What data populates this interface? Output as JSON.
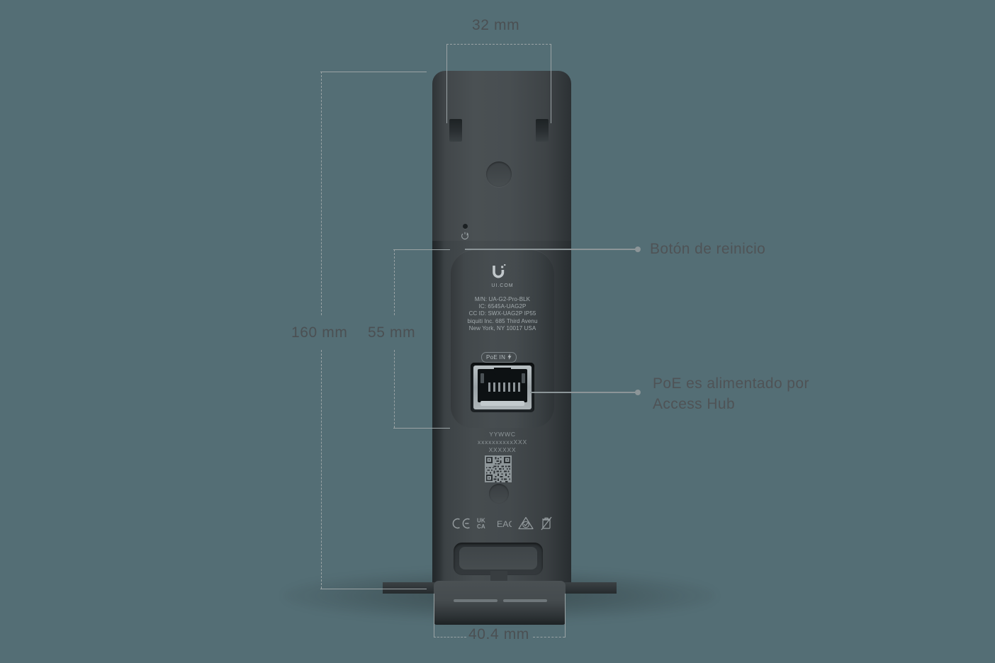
{
  "background_color": "#546e75",
  "line_color": "#9aa3a5",
  "text_color": "#4b5053",
  "dimensions": {
    "width_top": "32 mm",
    "height_total": "160 mm",
    "height_faceplate": "55 mm",
    "depth_base": "40.4 mm"
  },
  "callouts": {
    "reset": "Botón de reinicio",
    "poe_line1": "PoE es alimentado por",
    "poe_line2": "Access Hub"
  },
  "device": {
    "brand_mark": "UI.COM",
    "label_lines": [
      "M/N: UA-G2-Pro-BLK",
      "IC: 6545A-UAG2P",
      "CC ID: SWX-UAG2P    IP55",
      "biquiti Inc. 685 Third Avenu",
      "New York, NY 10017 USA"
    ],
    "port_badge": "PoE IN",
    "port_badge_icon": "lightning-bolt-icon",
    "serial_lines": [
      "YYWWC",
      "xxxxxxxxxxXXX",
      "XXXXXX"
    ],
    "qr_code": "qr-code-icon",
    "certifications": [
      "ce-mark-icon",
      "ukca-mark-icon",
      "eac-mark-icon",
      "rcm-mark-icon",
      "weee-bin-icon"
    ]
  }
}
